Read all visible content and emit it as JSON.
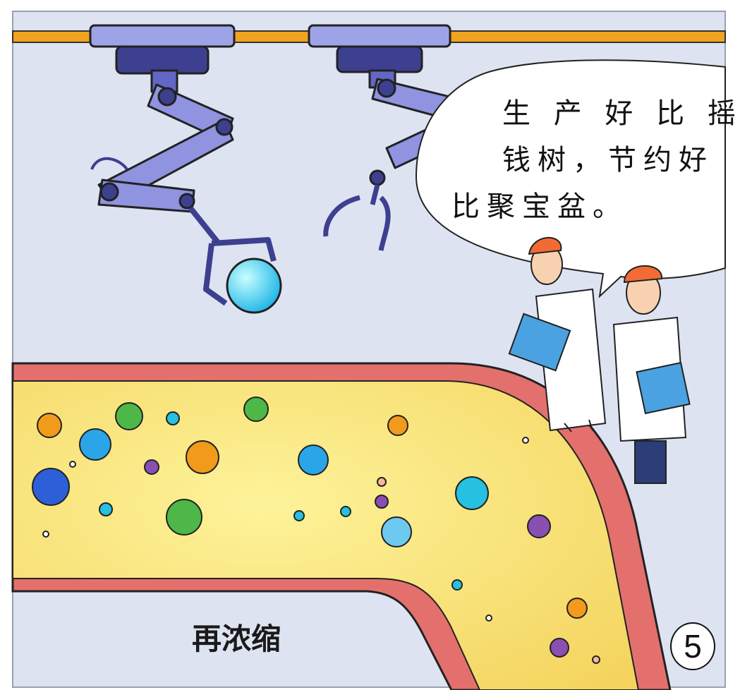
{
  "speech_bubble": {
    "line1": "生 产 好 比 摇",
    "line2": "钱树，节约好",
    "line3": "比聚宝盆。"
  },
  "caption": "再浓缩",
  "panel_number": "5",
  "colors": {
    "background": "#dde3f1",
    "rail": "#f0a31f",
    "robot_arm": "#8f93e0",
    "pipe_wall": "#e4706d",
    "pipe_fluid": "#f9e882"
  }
}
